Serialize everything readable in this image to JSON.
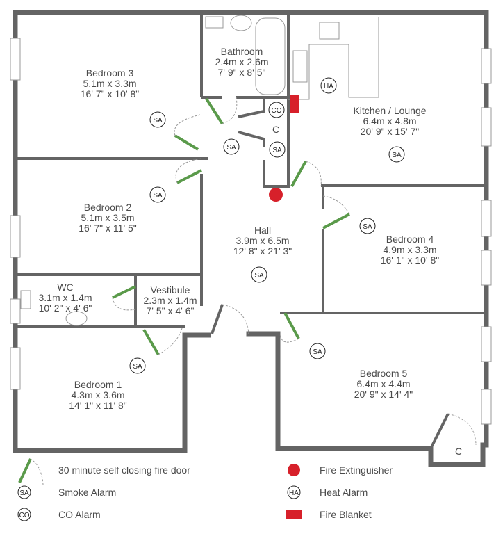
{
  "rooms": {
    "bedroom3": {
      "name": "Bedroom 3",
      "metric": "5.1m x 3.3m",
      "imperial": "16' 7\" x 10' 8\""
    },
    "bathroom": {
      "name": "Bathroom",
      "metric": "2.4m x 2.6m",
      "imperial": "7' 9\" x 8' 5\""
    },
    "kitchen": {
      "name": "Kitchen / Lounge",
      "metric": "6.4m x 4.8m",
      "imperial": "20' 9\" x 15' 7\""
    },
    "bedroom2": {
      "name": "Bedroom 2",
      "metric": "5.1m x 3.5m",
      "imperial": "16' 7\" x 11' 5\""
    },
    "hall": {
      "name": "Hall",
      "metric": "3.9m x 6.5m",
      "imperial": "12' 8\" x 21' 3\""
    },
    "bedroom4": {
      "name": "Bedroom 4",
      "metric": "4.9m x 3.3m",
      "imperial": "16' 1\" x 10' 8\""
    },
    "wc": {
      "name": "WC",
      "metric": "3.1m x 1.4m",
      "imperial": "10' 2\" x 4' 6\""
    },
    "vestibule": {
      "name": "Vestibule",
      "metric": "2.3m x 1.4m",
      "imperial": "7' 5\" x 4' 6\""
    },
    "bedroom1": {
      "name": "Bedroom 1",
      "metric": "4.3m x 3.6m",
      "imperial": "14' 1\" x 11' 8\""
    },
    "bedroom5": {
      "name": "Bedroom 5",
      "metric": "6.4m x 4.4m",
      "imperial": "20' 9\" x 14' 4\""
    },
    "cupboard_hall": {
      "name": "C"
    },
    "cupboard_bed5": {
      "name": "C"
    }
  },
  "alarms": {
    "sa": "SA",
    "ha": "HA",
    "co": "CO"
  },
  "legend": {
    "fire_door": "30 minute self closing fire door",
    "smoke_alarm": "Smoke Alarm",
    "co_alarm": "CO Alarm",
    "fire_extinguisher": "Fire Extinguisher",
    "heat_alarm": "Heat Alarm",
    "fire_blanket": "Fire Blanket"
  },
  "colors": {
    "wall": "#646464",
    "fire_door": "#5a9a4a",
    "fire_equipment": "#d7202a"
  }
}
